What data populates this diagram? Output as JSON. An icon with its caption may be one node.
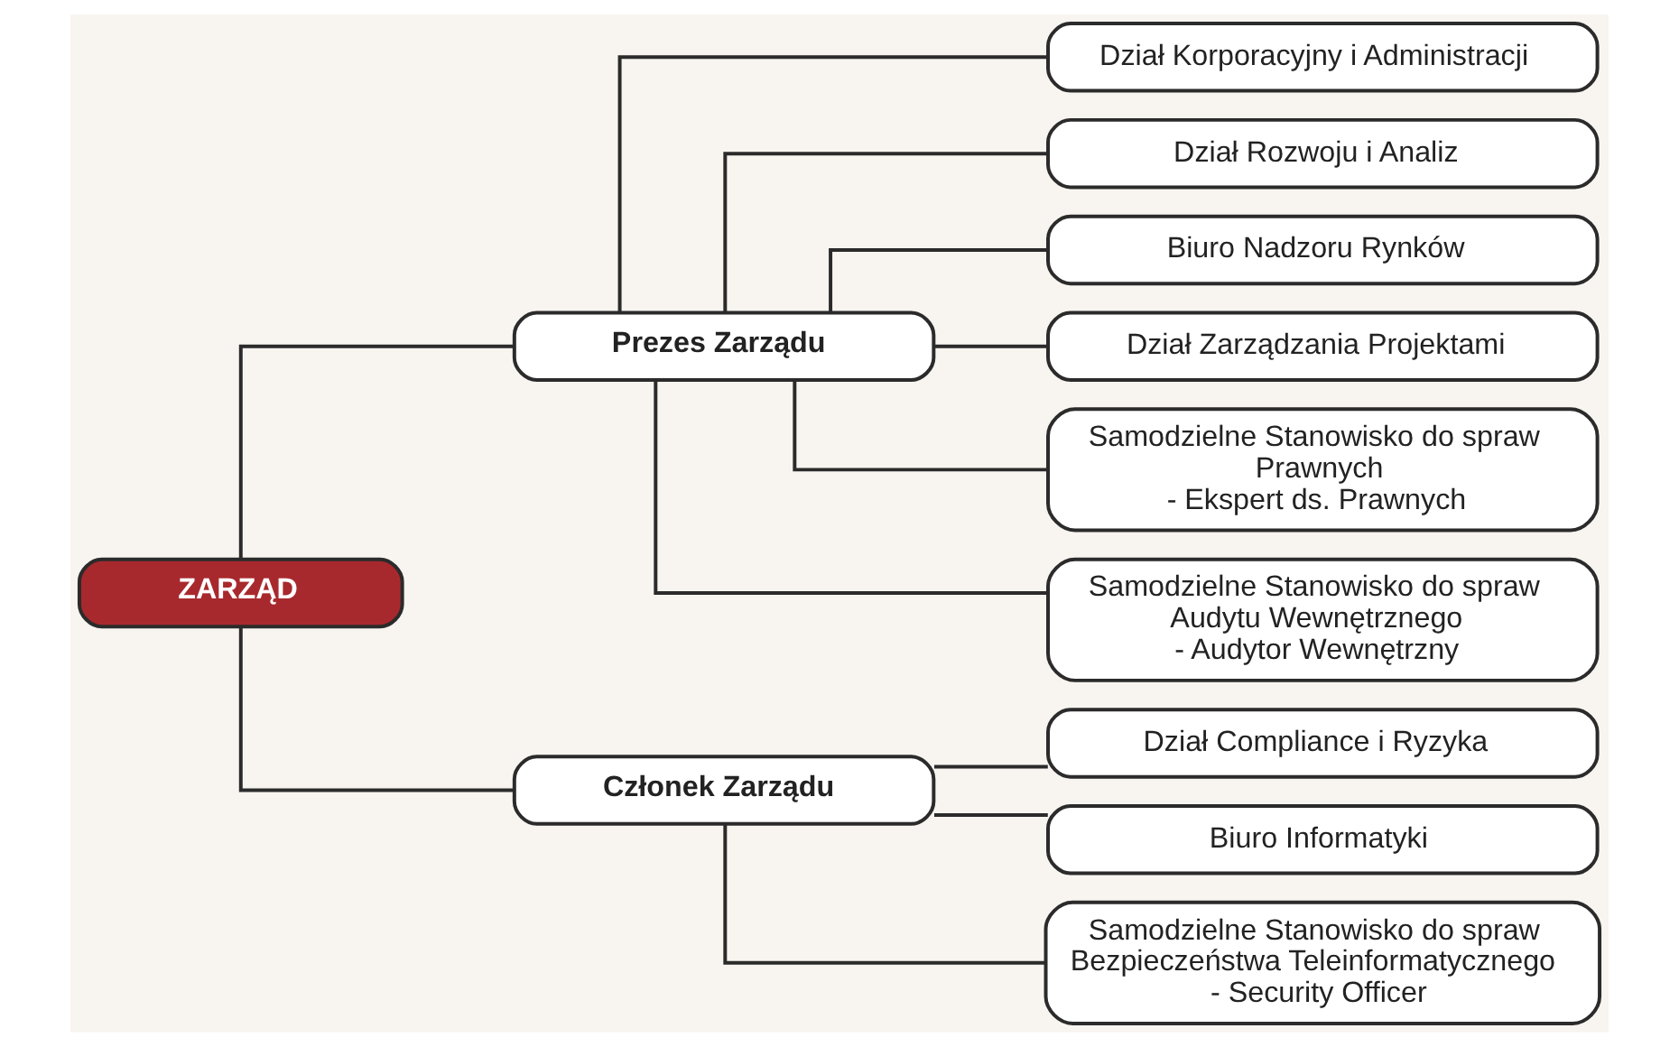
{
  "diagram": {
    "nodes": [
      {
        "text": [
          "ZARZĄD"
        ]
      },
      {
        "text": [
          "Prezes Zarządu"
        ]
      },
      {
        "text": [
          "Członek Zarządu"
        ]
      },
      {
        "text": [
          "Dział Korporacyjny i Administracji"
        ]
      },
      {
        "text": [
          "Dział Rozwoju i Analiz"
        ]
      },
      {
        "text": [
          "Biuro Nadzoru Rynków"
        ]
      },
      {
        "text": [
          "Dział Zarządzania Projektami"
        ]
      },
      {
        "text": [
          "Samodzielne Stanowisko do spraw Prawnych - Ekspert ds. Prawnych"
        ]
      },
      {
        "text": [
          "Samodzielne Stanowisko do spraw Audytu Wewnętrznego - Audytor Wewnętrzny"
        ]
      },
      {
        "text": [
          "Dział Compliance i Ryzyka"
        ]
      },
      {
        "text": [
          "Biuro Informatyki"
        ]
      },
      {
        "text": [
          "Samodzielne Stanowisko do spraw Bezpieczeństwa Teleinformatycznego - Security Officer"
        ]
      }
    ],
    "edges": [
      {
        "from": 0,
        "to": 1,
        "arrow": "none"
      },
      {
        "from": 0,
        "to": 2,
        "arrow": "none"
      },
      {
        "from": 1,
        "to": 3,
        "arrow": "none"
      },
      {
        "from": 1,
        "to": 4,
        "arrow": "none"
      },
      {
        "from": 1,
        "to": 5,
        "arrow": "none"
      },
      {
        "from": 1,
        "to": 6,
        "arrow": "none"
      },
      {
        "from": 1,
        "to": 7,
        "arrow": "none"
      },
      {
        "from": 1,
        "to": 8,
        "arrow": "none"
      },
      {
        "from": 2,
        "to": 9,
        "arrow": "none"
      },
      {
        "from": 2,
        "to": 10,
        "arrow": "none"
      },
      {
        "from": 2,
        "to": 11,
        "arrow": "none"
      }
    ]
  }
}
